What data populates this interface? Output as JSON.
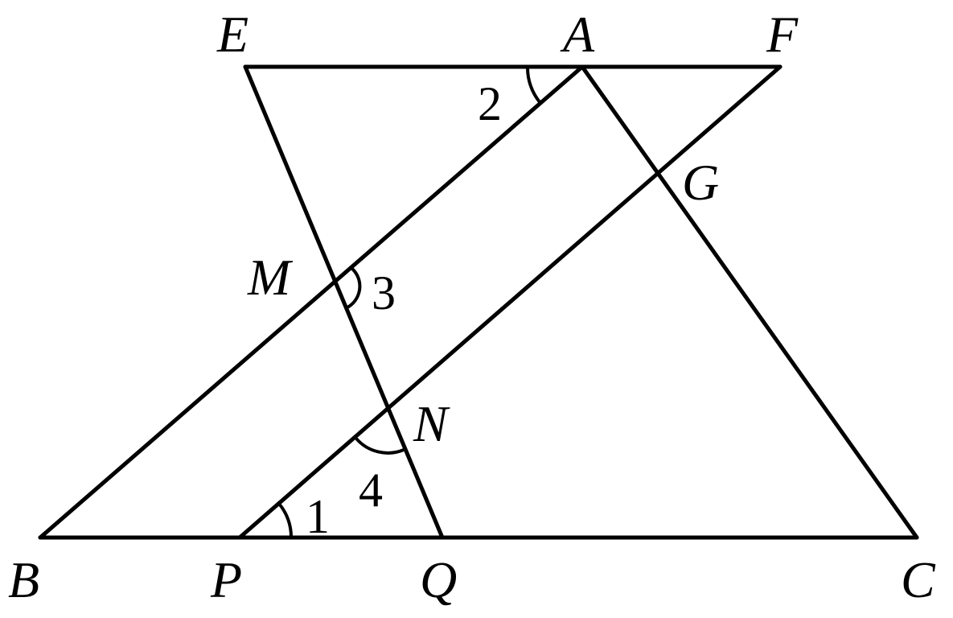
{
  "points": {
    "E": "E",
    "A": "A",
    "F": "F",
    "G": "G",
    "M": "M",
    "N": "N",
    "B": "B",
    "P": "P",
    "Q": "Q",
    "C": "C"
  },
  "angles": {
    "a1": "1",
    "a2": "2",
    "a3": "3",
    "a4": "4"
  }
}
